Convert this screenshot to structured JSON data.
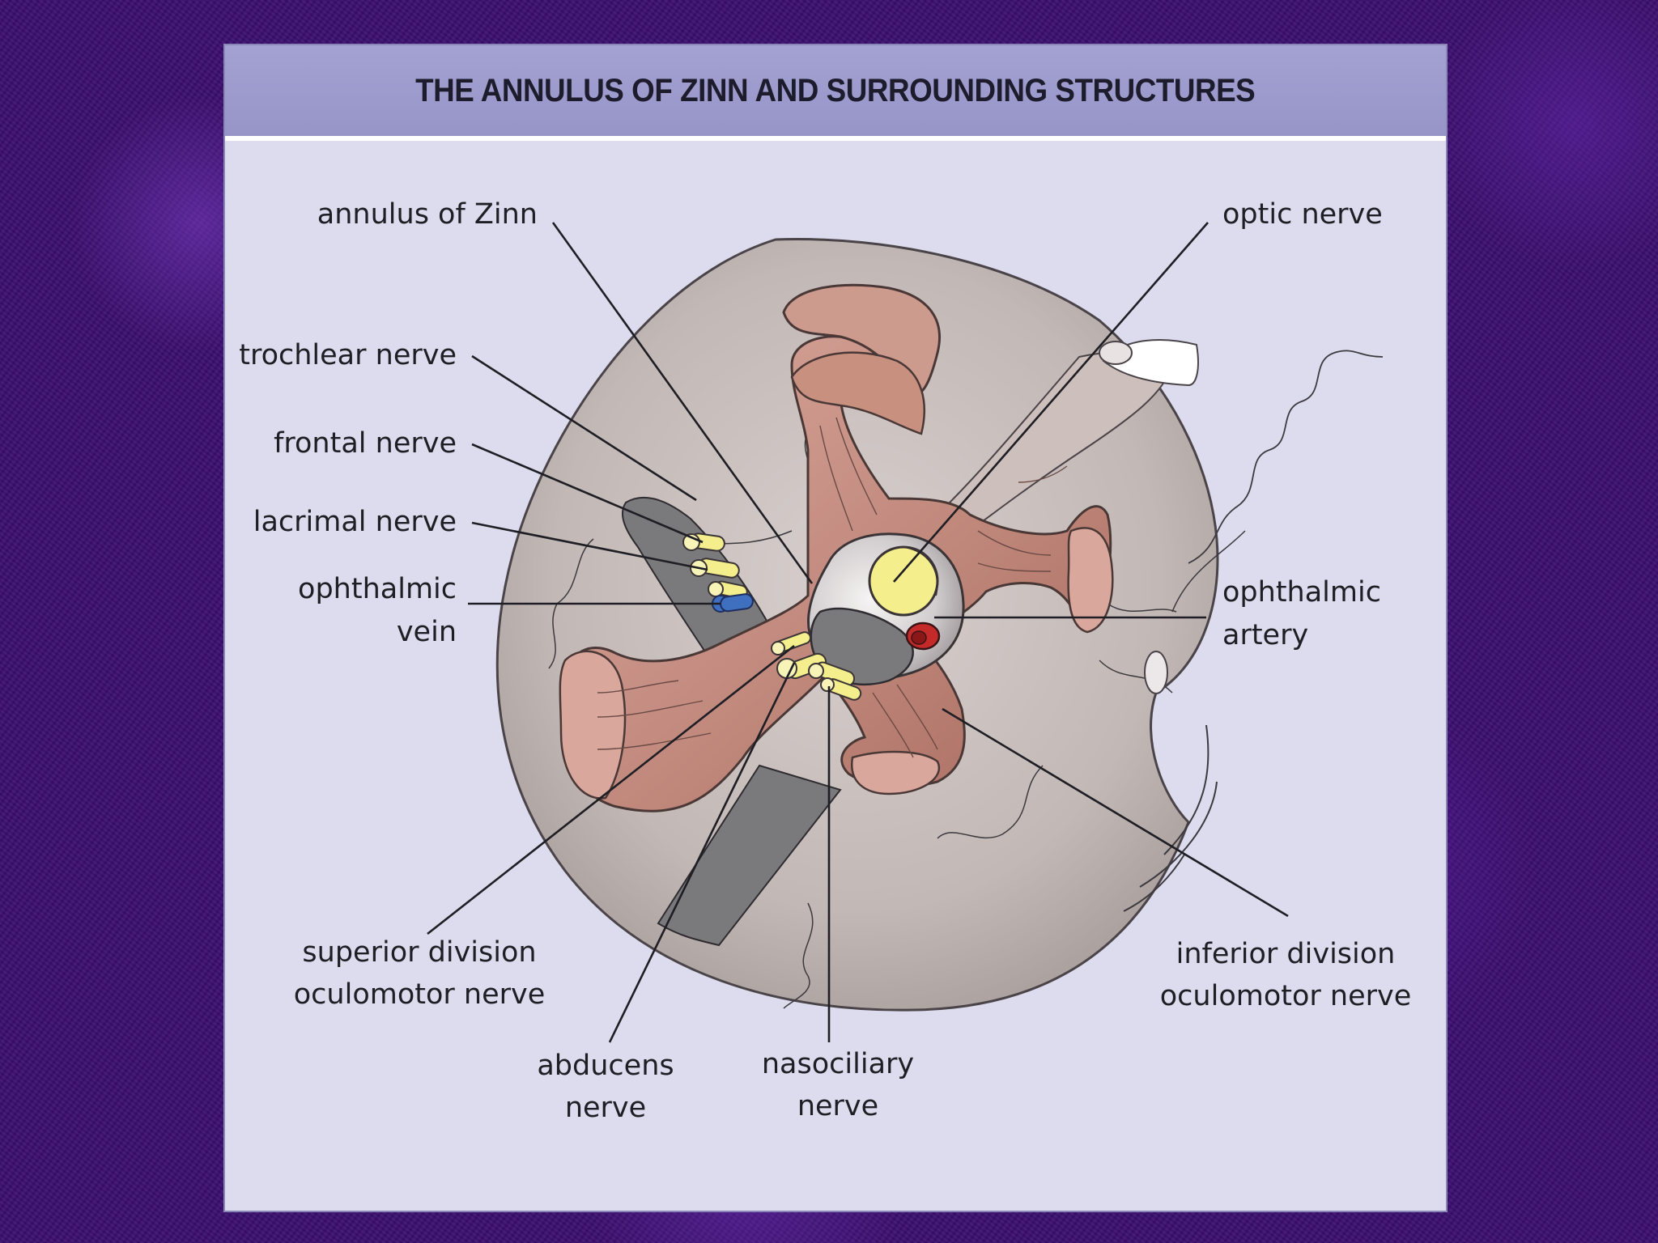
{
  "title": "THE ANNULUS OF ZINN AND SURROUNDING STRUCTURES",
  "labels": {
    "annulus_of_zinn": "annulus of Zinn",
    "optic_nerve": "optic nerve",
    "trochlear_nerve": "trochlear nerve",
    "frontal_nerve": "frontal nerve",
    "lacrimal_nerve": "lacrimal nerve",
    "ophthalmic_vein": [
      "ophthalmic",
      "vein"
    ],
    "ophthalmic_artery": [
      "ophthalmic",
      "artery"
    ],
    "superior_division": [
      "superior division",
      "oculomotor nerve"
    ],
    "inferior_division": [
      "inferior division",
      "oculomotor nerve"
    ],
    "abducens_nerve": [
      "abducens",
      "nerve"
    ],
    "nasociliary_nerve": [
      "nasociliary",
      "nerve"
    ]
  },
  "colors": {
    "background": "#3a0e6e",
    "panel": "#dcdcee",
    "title_bar": "#9e9cd0",
    "globe": "#c6bcba",
    "muscle": "#c48c80",
    "nerve": "#f4ee8c",
    "vein": "#3f6fbf",
    "artery": "#c42a2a",
    "fissure": "#7a7a7c"
  }
}
